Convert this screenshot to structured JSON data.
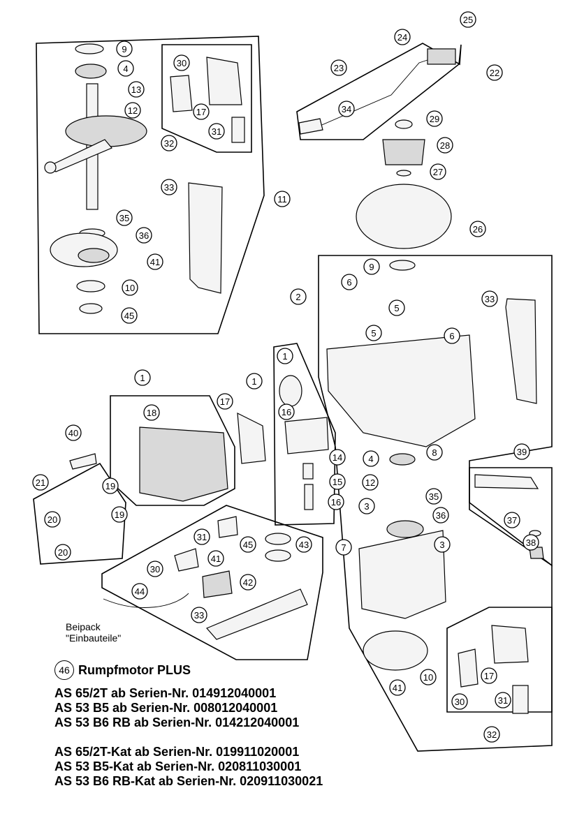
{
  "callouts": [
    {
      "id": "c9a",
      "label": "9"
    },
    {
      "id": "c4a",
      "label": "4"
    },
    {
      "id": "c13",
      "label": "13"
    },
    {
      "id": "c12a",
      "label": "12"
    },
    {
      "id": "c30a",
      "label": "30"
    },
    {
      "id": "c17a",
      "label": "17"
    },
    {
      "id": "c31a",
      "label": "31"
    },
    {
      "id": "c32a",
      "label": "32"
    },
    {
      "id": "c33a",
      "label": "33"
    },
    {
      "id": "c11",
      "label": "11"
    },
    {
      "id": "c35a",
      "label": "35"
    },
    {
      "id": "c36a",
      "label": "36"
    },
    {
      "id": "c41a",
      "label": "41"
    },
    {
      "id": "c10a",
      "label": "10"
    },
    {
      "id": "c45a",
      "label": "45"
    },
    {
      "id": "c25",
      "label": "25"
    },
    {
      "id": "c24",
      "label": "24"
    },
    {
      "id": "c23",
      "label": "23"
    },
    {
      "id": "c22",
      "label": "22"
    },
    {
      "id": "c34",
      "label": "34"
    },
    {
      "id": "c29",
      "label": "29"
    },
    {
      "id": "c28",
      "label": "28"
    },
    {
      "id": "c27",
      "label": "27"
    },
    {
      "id": "c26",
      "label": "26"
    },
    {
      "id": "c9b",
      "label": "9"
    },
    {
      "id": "c6a",
      "label": "6"
    },
    {
      "id": "c2",
      "label": "2"
    },
    {
      "id": "c5a",
      "label": "5"
    },
    {
      "id": "c5b",
      "label": "5"
    },
    {
      "id": "c6b",
      "label": "6"
    },
    {
      "id": "c33b",
      "label": "33"
    },
    {
      "id": "c8",
      "label": "8"
    },
    {
      "id": "c1a",
      "label": "1"
    },
    {
      "id": "c1b",
      "label": "1"
    },
    {
      "id": "c1c",
      "label": "1"
    },
    {
      "id": "c18",
      "label": "18"
    },
    {
      "id": "c17b",
      "label": "17"
    },
    {
      "id": "c16a",
      "label": "16"
    },
    {
      "id": "c14",
      "label": "14"
    },
    {
      "id": "c15",
      "label": "15"
    },
    {
      "id": "c16b",
      "label": "16"
    },
    {
      "id": "c40",
      "label": "40"
    },
    {
      "id": "c21",
      "label": "21"
    },
    {
      "id": "c19a",
      "label": "19"
    },
    {
      "id": "c20a",
      "label": "20"
    },
    {
      "id": "c19b",
      "label": "19"
    },
    {
      "id": "c20b",
      "label": "20"
    },
    {
      "id": "c4b",
      "label": "4"
    },
    {
      "id": "c12b",
      "label": "12"
    },
    {
      "id": "c35b",
      "label": "35"
    },
    {
      "id": "c36b",
      "label": "36"
    },
    {
      "id": "c3a",
      "label": "3"
    },
    {
      "id": "c3b",
      "label": "3"
    },
    {
      "id": "c7",
      "label": "7"
    },
    {
      "id": "c39",
      "label": "39"
    },
    {
      "id": "c37",
      "label": "37"
    },
    {
      "id": "c38",
      "label": "38"
    },
    {
      "id": "c31b",
      "label": "31"
    },
    {
      "id": "c45b",
      "label": "45"
    },
    {
      "id": "c43",
      "label": "43"
    },
    {
      "id": "c30b",
      "label": "30"
    },
    {
      "id": "c41b",
      "label": "41"
    },
    {
      "id": "c42",
      "label": "42"
    },
    {
      "id": "c44",
      "label": "44"
    },
    {
      "id": "c33c",
      "label": "33"
    },
    {
      "id": "c41c",
      "label": "41"
    },
    {
      "id": "c10b",
      "label": "10"
    },
    {
      "id": "c17c",
      "label": "17"
    },
    {
      "id": "c30c",
      "label": "30"
    },
    {
      "id": "c31c",
      "label": "31"
    },
    {
      "id": "c32b",
      "label": "32"
    }
  ],
  "beipack": {
    "line1": "Beipack",
    "line2": "\"Einbauteile\""
  },
  "info": {
    "badge": "46",
    "title": "Rumpfmotor PLUS",
    "lines": [
      "AS 65/2T ab Serien-Nr. 014912040001",
      "AS 53 B5 ab Serien-Nr. 008012040001",
      "AS 53 B6 RB ab Serien-Nr. 014212040001"
    ],
    "lines_kat": [
      "AS 65/2T-Kat ab Serien-Nr. 019911020001",
      "AS 53 B5-Kat ab Serien-Nr. 020811030001",
      "AS 53 B6 RB-Kat ab Serien-Nr. 020911030021"
    ]
  }
}
